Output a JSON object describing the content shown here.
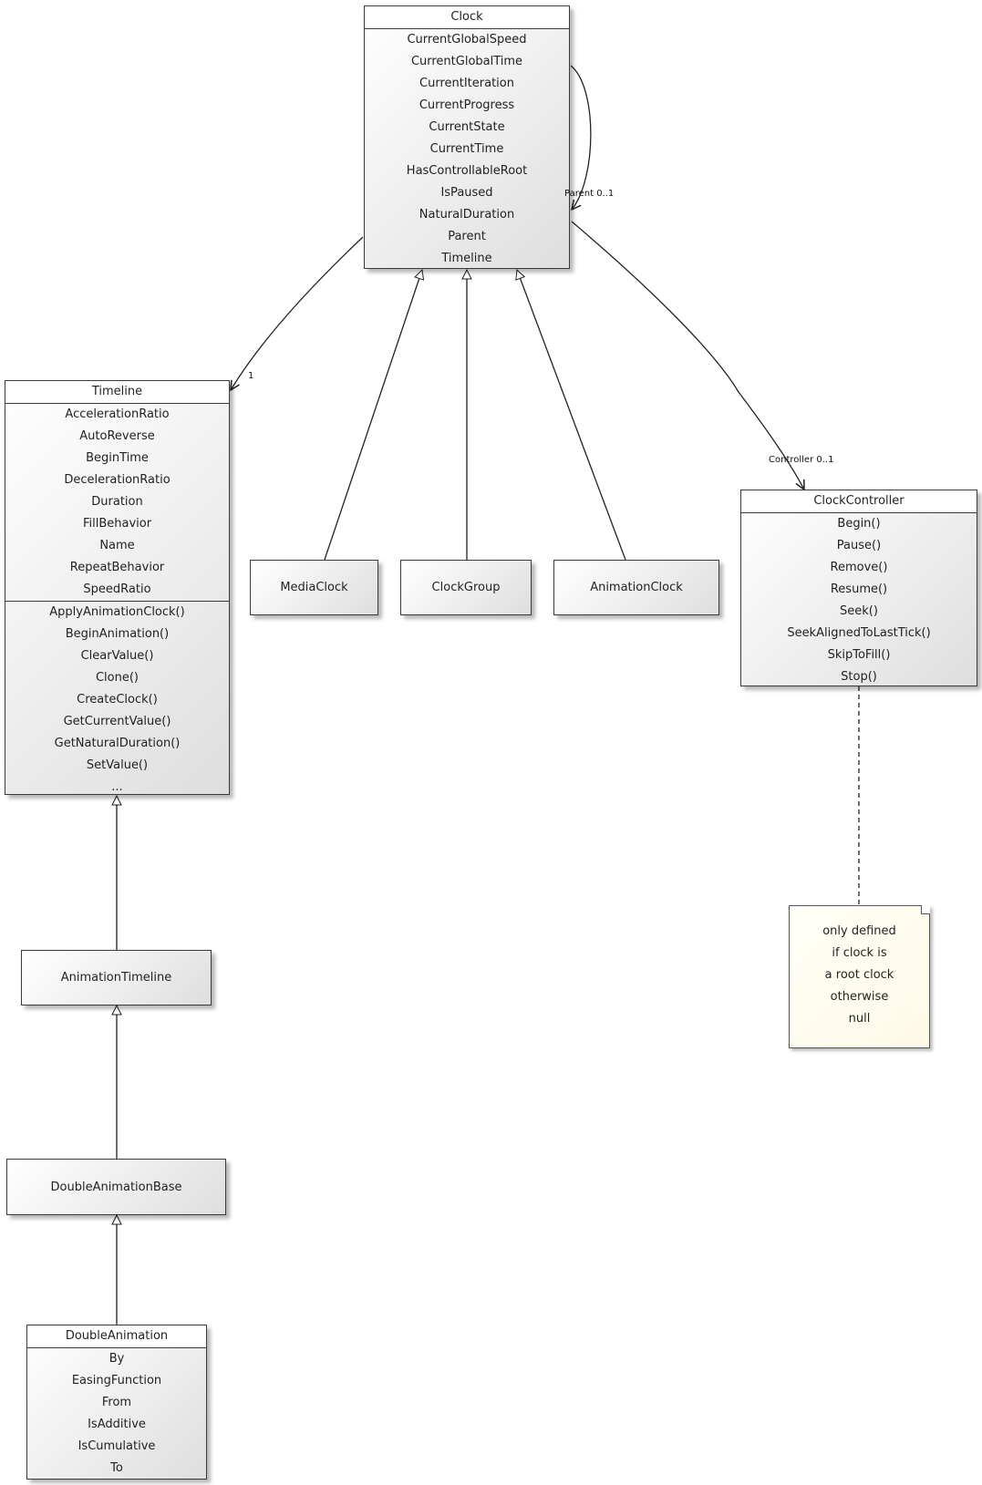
{
  "classes": {
    "clock": {
      "title": "Clock",
      "members": [
        "CurrentGlobalSpeed",
        "CurrentGlobalTime",
        "CurrentIteration",
        "CurrentProgress",
        "CurrentState",
        "CurrentTime",
        "HasControllableRoot",
        "IsPaused",
        "NaturalDuration",
        "Parent",
        "Timeline"
      ]
    },
    "timeline": {
      "title": "Timeline",
      "properties": [
        "AccelerationRatio",
        "AutoReverse",
        "BeginTime",
        "DecelerationRatio",
        "Duration",
        "FillBehavior",
        "Name",
        "RepeatBehavior",
        "SpeedRatio"
      ],
      "methods": [
        "ApplyAnimationClock()",
        "BeginAnimation()",
        "ClearValue()",
        "Clone()",
        "CreateClock()",
        "GetCurrentValue()",
        "GetNaturalDuration()",
        "SetValue()",
        "..."
      ]
    },
    "media_clock": {
      "title": "MediaClock"
    },
    "clock_group": {
      "title": "ClockGroup"
    },
    "animation_clock": {
      "title": "AnimationClock"
    },
    "clock_controller": {
      "title": "ClockController",
      "methods": [
        "Begin()",
        "Pause()",
        "Remove()",
        "Resume()",
        "Seek()",
        "SeekAlignedToLastTick()",
        "SkipToFill()",
        "Stop()"
      ]
    },
    "animation_timeline": {
      "title": "AnimationTimeline"
    },
    "double_animation_base": {
      "title": "DoubleAnimationBase"
    },
    "double_animation": {
      "title": "DoubleAnimation",
      "members": [
        "By",
        "EasingFunction",
        "From",
        "IsAdditive",
        "IsCumulative",
        "To"
      ]
    }
  },
  "note": {
    "lines": [
      "only defined",
      "if clock is",
      "a root clock",
      "otherwise",
      "null"
    ]
  },
  "edge_labels": {
    "parent": "Parent 0..1",
    "timeline_multiplicity": "1",
    "controller": "Controller 0..1"
  }
}
